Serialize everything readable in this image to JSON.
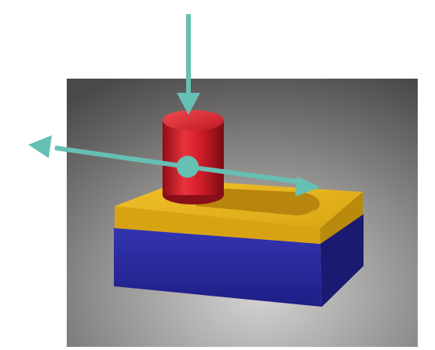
{
  "figure": {
    "background_color": "#ffffff",
    "scene_background_colors": [
      "#4a4848",
      "#8c8a88",
      "#d6d4d2"
    ],
    "base_block_color": "#2a2a9c",
    "top_layer_color": "#e6b21a",
    "cylinder_color": "#d41e2a",
    "arrow_color": "#66c0b4",
    "arrows": [
      {
        "direction": "down"
      },
      {
        "direction": "left"
      },
      {
        "direction": "right"
      }
    ]
  }
}
